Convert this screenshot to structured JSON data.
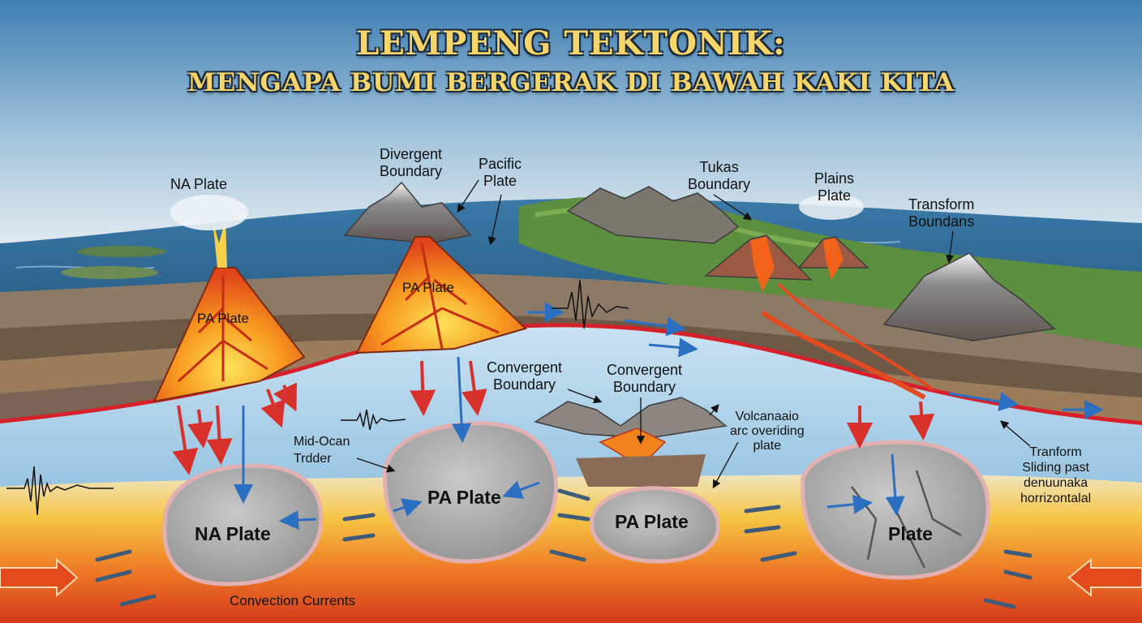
{
  "title": {
    "line1": "LEMPENG TEKTONIK:",
    "line2": "MENGAPA BUMI BERGERAK DI BAWAH KAKI KITA"
  },
  "labels": {
    "na_plate_top": "NA Plate",
    "divergent_boundary": "Divergent\nBoundary",
    "pacific_plate": "Pacific\nPlate",
    "tukas_boundary": "Tukas\nBoundary",
    "plains_plate": "Plains\nPlate",
    "transform_boundans": "Transform\nBoundans",
    "pa_plate_left_volcano": "PA Plate",
    "pa_plate_center_volcano": "PA Plate",
    "convergent_boundary_1": "Convergent\nBoundary",
    "convergent_boundary_2": "Convergent\nBoundary",
    "volcanic_arc": "Volcanaaio\narc overiding\nplate",
    "mid_ocean": "Mid-Ocan\nTrdder",
    "transform_note": "Tranform\nSliding past\ndenuunaka\nhorrizontalal",
    "rock_na": "NA Plate",
    "rock_pa_1": "PA Plate",
    "rock_pa_2": "PA Plate",
    "rock_plate": "Plate",
    "convection": "Convection Currents"
  },
  "colors": {
    "sky_top": "#4d8dbf",
    "sky_bottom": "#e6eef2",
    "ocean": "#2f6d9b",
    "lithosphere_line": "#d8202a",
    "mantle_hot": "#e8451c",
    "mantle_warm": "#f4b43a",
    "magma": "#f07a1a",
    "arrow_blue": "#2a6fc1"
  }
}
